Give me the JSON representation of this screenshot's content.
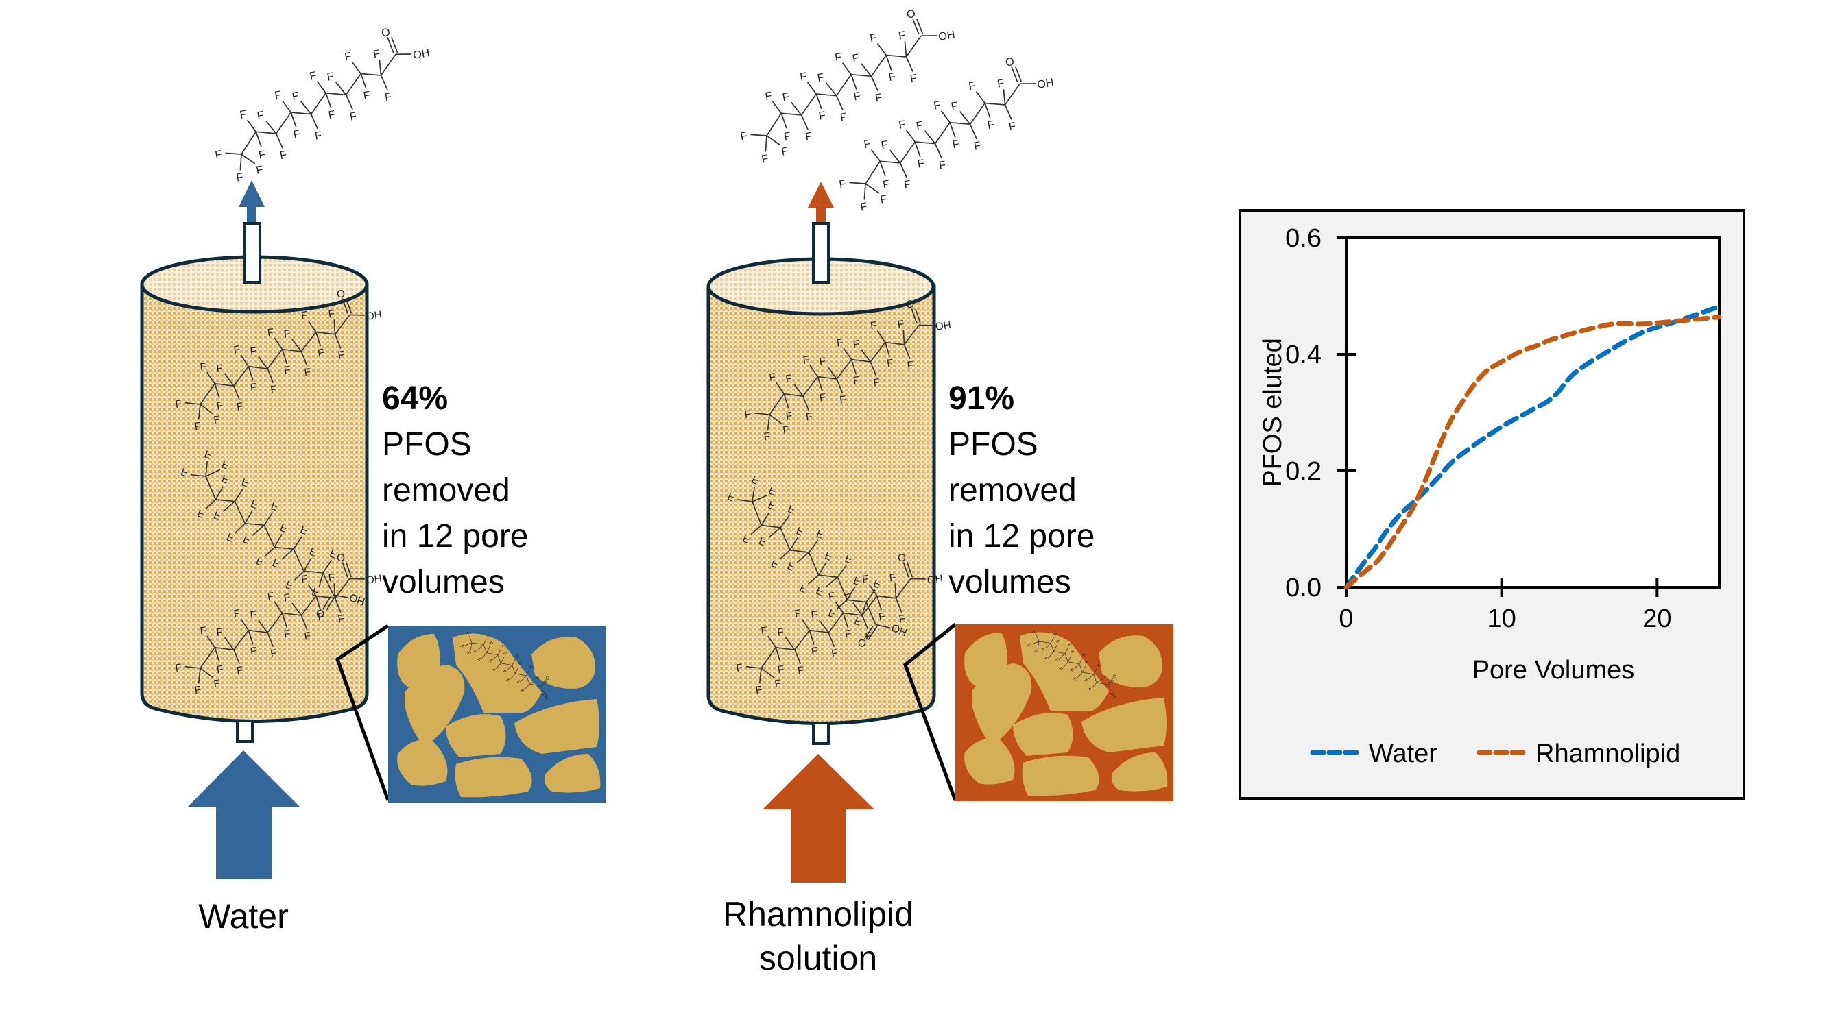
{
  "panels": [
    {
      "id": "water",
      "feed_label_lines": [
        "Water"
      ],
      "removal_percent": "64%",
      "caption_lines": [
        "PFOS",
        "removed",
        "in 12 pore",
        "volumes"
      ],
      "fluid_color": "#336699",
      "effluent_molecules": 1
    },
    {
      "id": "rhamnolipid",
      "feed_label_lines": [
        "Rhamnolipid",
        "solution"
      ],
      "removal_percent": "91%",
      "caption_lines": [
        "PFOS",
        "removed",
        "in 12 pore",
        "volumes"
      ],
      "fluid_color": "#C05018",
      "effluent_molecules": 2
    }
  ],
  "molecule": {
    "name": "PFOS-like perfluorinated acid",
    "atom_labels": {
      "fluorine": "F",
      "carbonyl_oxygen": "O",
      "hydroxyl": "OH"
    }
  },
  "colors": {
    "sand_base": "#F3E6C8",
    "sand_speck": "#D9B25A",
    "sand_top": "#F7EEDB",
    "grain": "#D4AF57",
    "column_outline": "#0F2A3A",
    "water": "#336699",
    "rhamnolipid": "#C05018",
    "chart_water": "#0070C0",
    "chart_rhamnolipid": "#C55A11"
  },
  "chart_data": {
    "type": "line",
    "title": "",
    "xlabel": "Pore Volumes",
    "ylabel": "PFOS eluted",
    "xlim": [
      0,
      24
    ],
    "ylim": [
      0,
      0.6
    ],
    "xticks": [
      0,
      10,
      20
    ],
    "xtick_labels": [
      "0",
      "10",
      "20"
    ],
    "yticks": [
      0,
      0.2,
      0.4,
      0.6
    ],
    "ytick_labels": [
      "0.0",
      "0.2",
      "0.4",
      "0.6"
    ],
    "grid": false,
    "legend_position": "bottom",
    "line_style": "dashed",
    "series": [
      {
        "name": "Water",
        "color": "#0070C0",
        "x": [
          0,
          1.1,
          1.85,
          2.5,
          3.5,
          4.7,
          5.8,
          6.7,
          7.6,
          8.7,
          10.2,
          11.7,
          13.3,
          14.7,
          16.9,
          19.1,
          21.3,
          24.0
        ],
        "y": [
          0,
          0.041,
          0.067,
          0.093,
          0.126,
          0.155,
          0.185,
          0.212,
          0.232,
          0.253,
          0.279,
          0.301,
          0.326,
          0.368,
          0.406,
          0.438,
          0.457,
          0.482
        ]
      },
      {
        "name": "Rhamnolipid",
        "color": "#C55A11",
        "x": [
          0,
          1.28,
          2.07,
          2.82,
          3.48,
          4.27,
          4.8,
          5.37,
          6.0,
          6.7,
          7.36,
          8.2,
          9.1,
          10.2,
          11.3,
          12.4,
          13.4,
          16.9,
          19.1,
          21.3,
          24.0
        ],
        "y": [
          0,
          0.029,
          0.047,
          0.075,
          0.102,
          0.135,
          0.165,
          0.202,
          0.243,
          0.285,
          0.314,
          0.347,
          0.373,
          0.39,
          0.406,
          0.416,
          0.427,
          0.451,
          0.452,
          0.457,
          0.464
        ]
      }
    ]
  }
}
